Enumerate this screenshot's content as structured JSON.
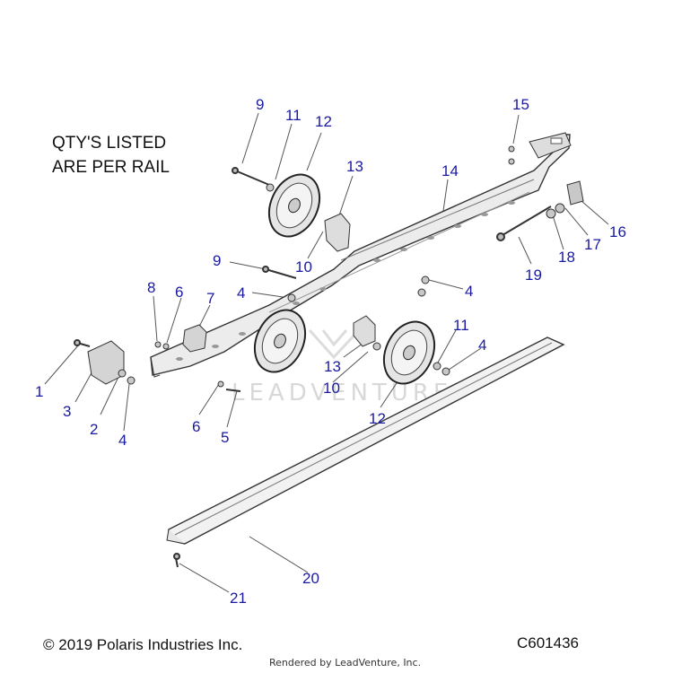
{
  "note": {
    "line1": "QTY'S LISTED",
    "line2": "ARE PER RAIL"
  },
  "copyright": "© 2019 Polaris Industries Inc.",
  "drawing_number": "C601436",
  "rendered_by": "Rendered by LeadVenture, Inc.",
  "watermark": "LEADVENTURE",
  "callouts": [
    "9",
    "11",
    "12",
    "13",
    "14",
    "15",
    "16",
    "17",
    "18",
    "19",
    "9",
    "10",
    "8",
    "6",
    "7",
    "4",
    "4",
    "1",
    "3",
    "2",
    "4",
    "6",
    "5",
    "13",
    "10",
    "11",
    "4",
    "12",
    "20",
    "21"
  ]
}
